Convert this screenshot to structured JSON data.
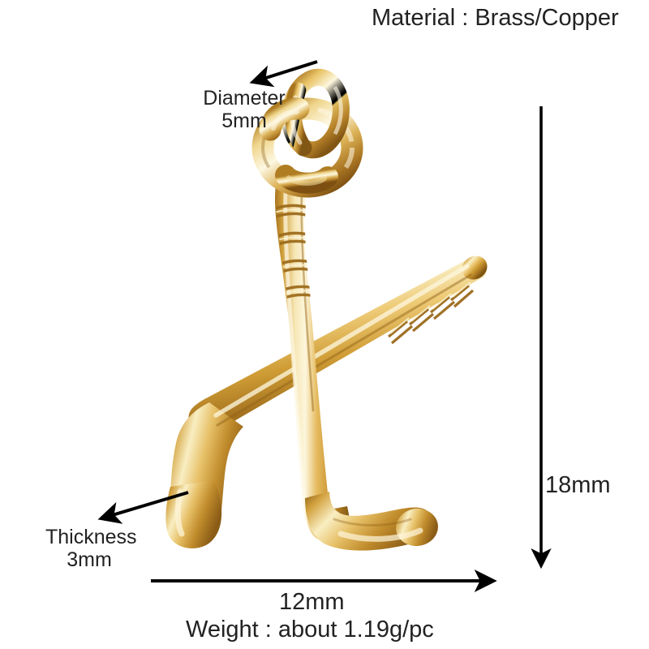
{
  "product": {
    "type": "hockey-stick-charm",
    "description": "Gold plated crossed hockey sticks charm pendant with double jump ring"
  },
  "annotations": {
    "material": "Material : Brass/Copper",
    "diameter_name": "Diameter",
    "diameter_value": "5mm",
    "thickness_name": "Thickness",
    "thickness_value": "3mm",
    "width_value": "12mm",
    "height_value": "18mm",
    "weight": "Weight : about 1.19g/pc"
  },
  "colors": {
    "background": "#ffffff",
    "text": "#222222",
    "arrow": "#000000",
    "gold_highlight": "#fbf0cd",
    "gold_light": "#f0d68e",
    "gold_mid": "#ddae55",
    "gold_deep": "#c08f2e",
    "gold_shadow": "#97671c",
    "gold_dark": "#6d4610"
  },
  "measurements": {
    "ring_diameter_mm": 5,
    "thickness_mm": 3,
    "width_mm": 12,
    "height_mm": 18,
    "weight_g_per_piece": 1.19
  }
}
